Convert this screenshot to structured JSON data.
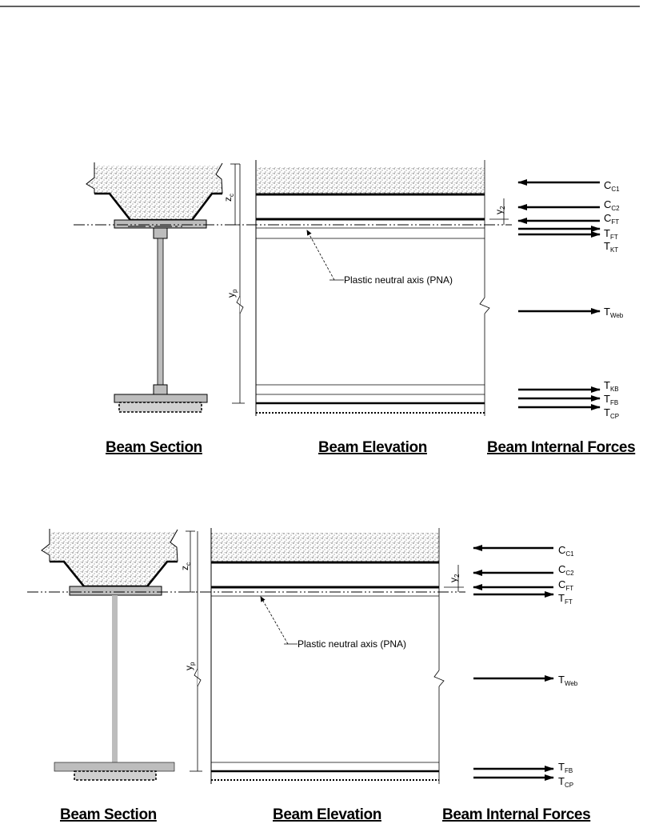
{
  "diagrams": [
    {
      "id": "top",
      "pna_label": "Plastic neutral axis (PNA)",
      "dim_labels": {
        "zc": "z",
        "zc_sub": "c",
        "yp": "y",
        "yp_sub": "p",
        "y2": "y",
        "y2_sub": "2"
      },
      "forces": [
        {
          "main": "C",
          "sub": "C1",
          "direction": "left"
        },
        {
          "main": "C",
          "sub": "C2",
          "direction": "left"
        },
        {
          "main": "C",
          "sub": "FT",
          "direction": "left"
        },
        {
          "main": "T",
          "sub": "FT",
          "direction": "right"
        },
        {
          "main": "T",
          "sub": "KT",
          "direction": "right"
        },
        {
          "main": "T",
          "sub": "Web",
          "direction": "right"
        },
        {
          "main": "T",
          "sub": "KB",
          "direction": "right"
        },
        {
          "main": "T",
          "sub": "FB",
          "direction": "right"
        },
        {
          "main": "T",
          "sub": "CP",
          "direction": "right"
        }
      ],
      "captions": [
        "Beam Section",
        "Beam Elevation",
        "Beam Internal Forces"
      ]
    },
    {
      "id": "bottom",
      "pna_label": "Plastic neutral axis (PNA)",
      "dim_labels": {
        "zc": "z",
        "zc_sub": "c",
        "yp": "y",
        "yp_sub": "p",
        "y2": "y",
        "y2_sub": "2"
      },
      "forces": [
        {
          "main": "C",
          "sub": "C1",
          "direction": "left"
        },
        {
          "main": "C",
          "sub": "C2",
          "direction": "left"
        },
        {
          "main": "C",
          "sub": "FT",
          "direction": "left"
        },
        {
          "main": "T",
          "sub": "FT",
          "direction": "right"
        },
        {
          "main": "T",
          "sub": "Web",
          "direction": "right"
        },
        {
          "main": "T",
          "sub": "FB",
          "direction": "right"
        },
        {
          "main": "T",
          "sub": "CP",
          "direction": "right"
        }
      ],
      "captions": [
        "Beam Section",
        "Beam Elevation",
        "Beam Internal Forces"
      ]
    }
  ],
  "colors": {
    "concrete": "#e6e6e6",
    "steel": "#bdbdbd",
    "line": "#000000"
  }
}
